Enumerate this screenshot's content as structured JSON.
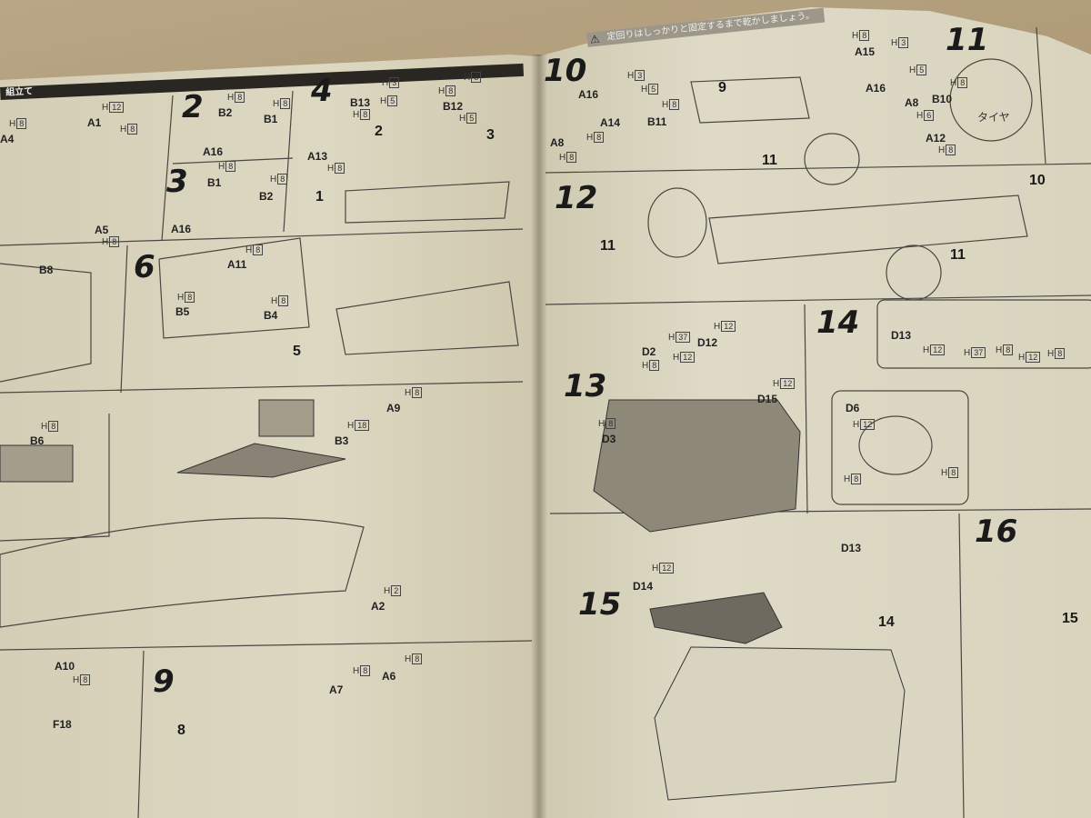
{
  "left_page": {
    "header": "組立て",
    "step1": {
      "labels": [
        "A1",
        "A4",
        "A5"
      ],
      "hs": [
        "12",
        "8",
        "8",
        "8"
      ]
    },
    "step2": {
      "number": "2",
      "labels": [
        "B2",
        "B1",
        "A16"
      ],
      "hs": [
        "8",
        "8"
      ]
    },
    "step3": {
      "number": "3",
      "labels": [
        "B1",
        "B2",
        "A16"
      ],
      "hs": [
        "8",
        "8"
      ]
    },
    "step4": {
      "number": "4",
      "labels": [
        "B13",
        "B12",
        "A13"
      ],
      "subs": [
        "2",
        "3",
        "1"
      ],
      "hs": [
        "3",
        "8",
        "5",
        "8",
        "8",
        "5",
        "8"
      ]
    },
    "step5": {
      "number": "5"
    },
    "step6": {
      "number": "6",
      "labels": [
        "A11",
        "B5",
        "B4",
        "B8"
      ],
      "hs": [
        "8",
        "8",
        "8"
      ]
    },
    "step7": {
      "labels": [
        "B6",
        "A9",
        "B3"
      ],
      "hs": [
        "8",
        "8",
        "18"
      ]
    },
    "step9": {
      "number": "9",
      "subs": [
        "8"
      ],
      "labels": [
        "A10",
        "F18",
        "A2",
        "A7",
        "A6"
      ],
      "hs": [
        "8",
        "2",
        "8",
        "8"
      ]
    }
  },
  "right_page": {
    "warning": "定回りはしっかりと固定するまで乾かしましょう。",
    "step10": {
      "number": "10",
      "subs": [
        "9"
      ],
      "labels": [
        "A16",
        "A14",
        "B11",
        "A8",
        "A15",
        "A16",
        "A8",
        "B10"
      ],
      "hs": [
        "3",
        "5",
        "8",
        "8",
        "8",
        "8",
        "3",
        "5",
        "8",
        "6"
      ]
    },
    "step11": {
      "number": "11",
      "tire": "タイヤ"
    },
    "step12": {
      "number": "12",
      "labels": [
        "A12"
      ],
      "subs": [
        "11",
        "10",
        "11",
        "11"
      ],
      "hs": [
        "8"
      ]
    },
    "step13": {
      "number": "13",
      "labels": [
        "D2",
        "D12",
        "D15",
        "D3"
      ],
      "hs": [
        "37",
        "8",
        "12",
        "12",
        "12",
        "8"
      ]
    },
    "step14": {
      "number": "14",
      "labels": [
        "D13",
        "D6"
      ],
      "hs": [
        "12",
        "37",
        "8",
        "12",
        "8",
        "12",
        "8",
        "8"
      ]
    },
    "step15": {
      "number": "15",
      "labels": [
        "D14",
        "D13"
      ],
      "subs": [
        "14"
      ],
      "hs": [
        "12"
      ]
    },
    "step16": {
      "number": "16",
      "subs": [
        "15"
      ]
    }
  }
}
